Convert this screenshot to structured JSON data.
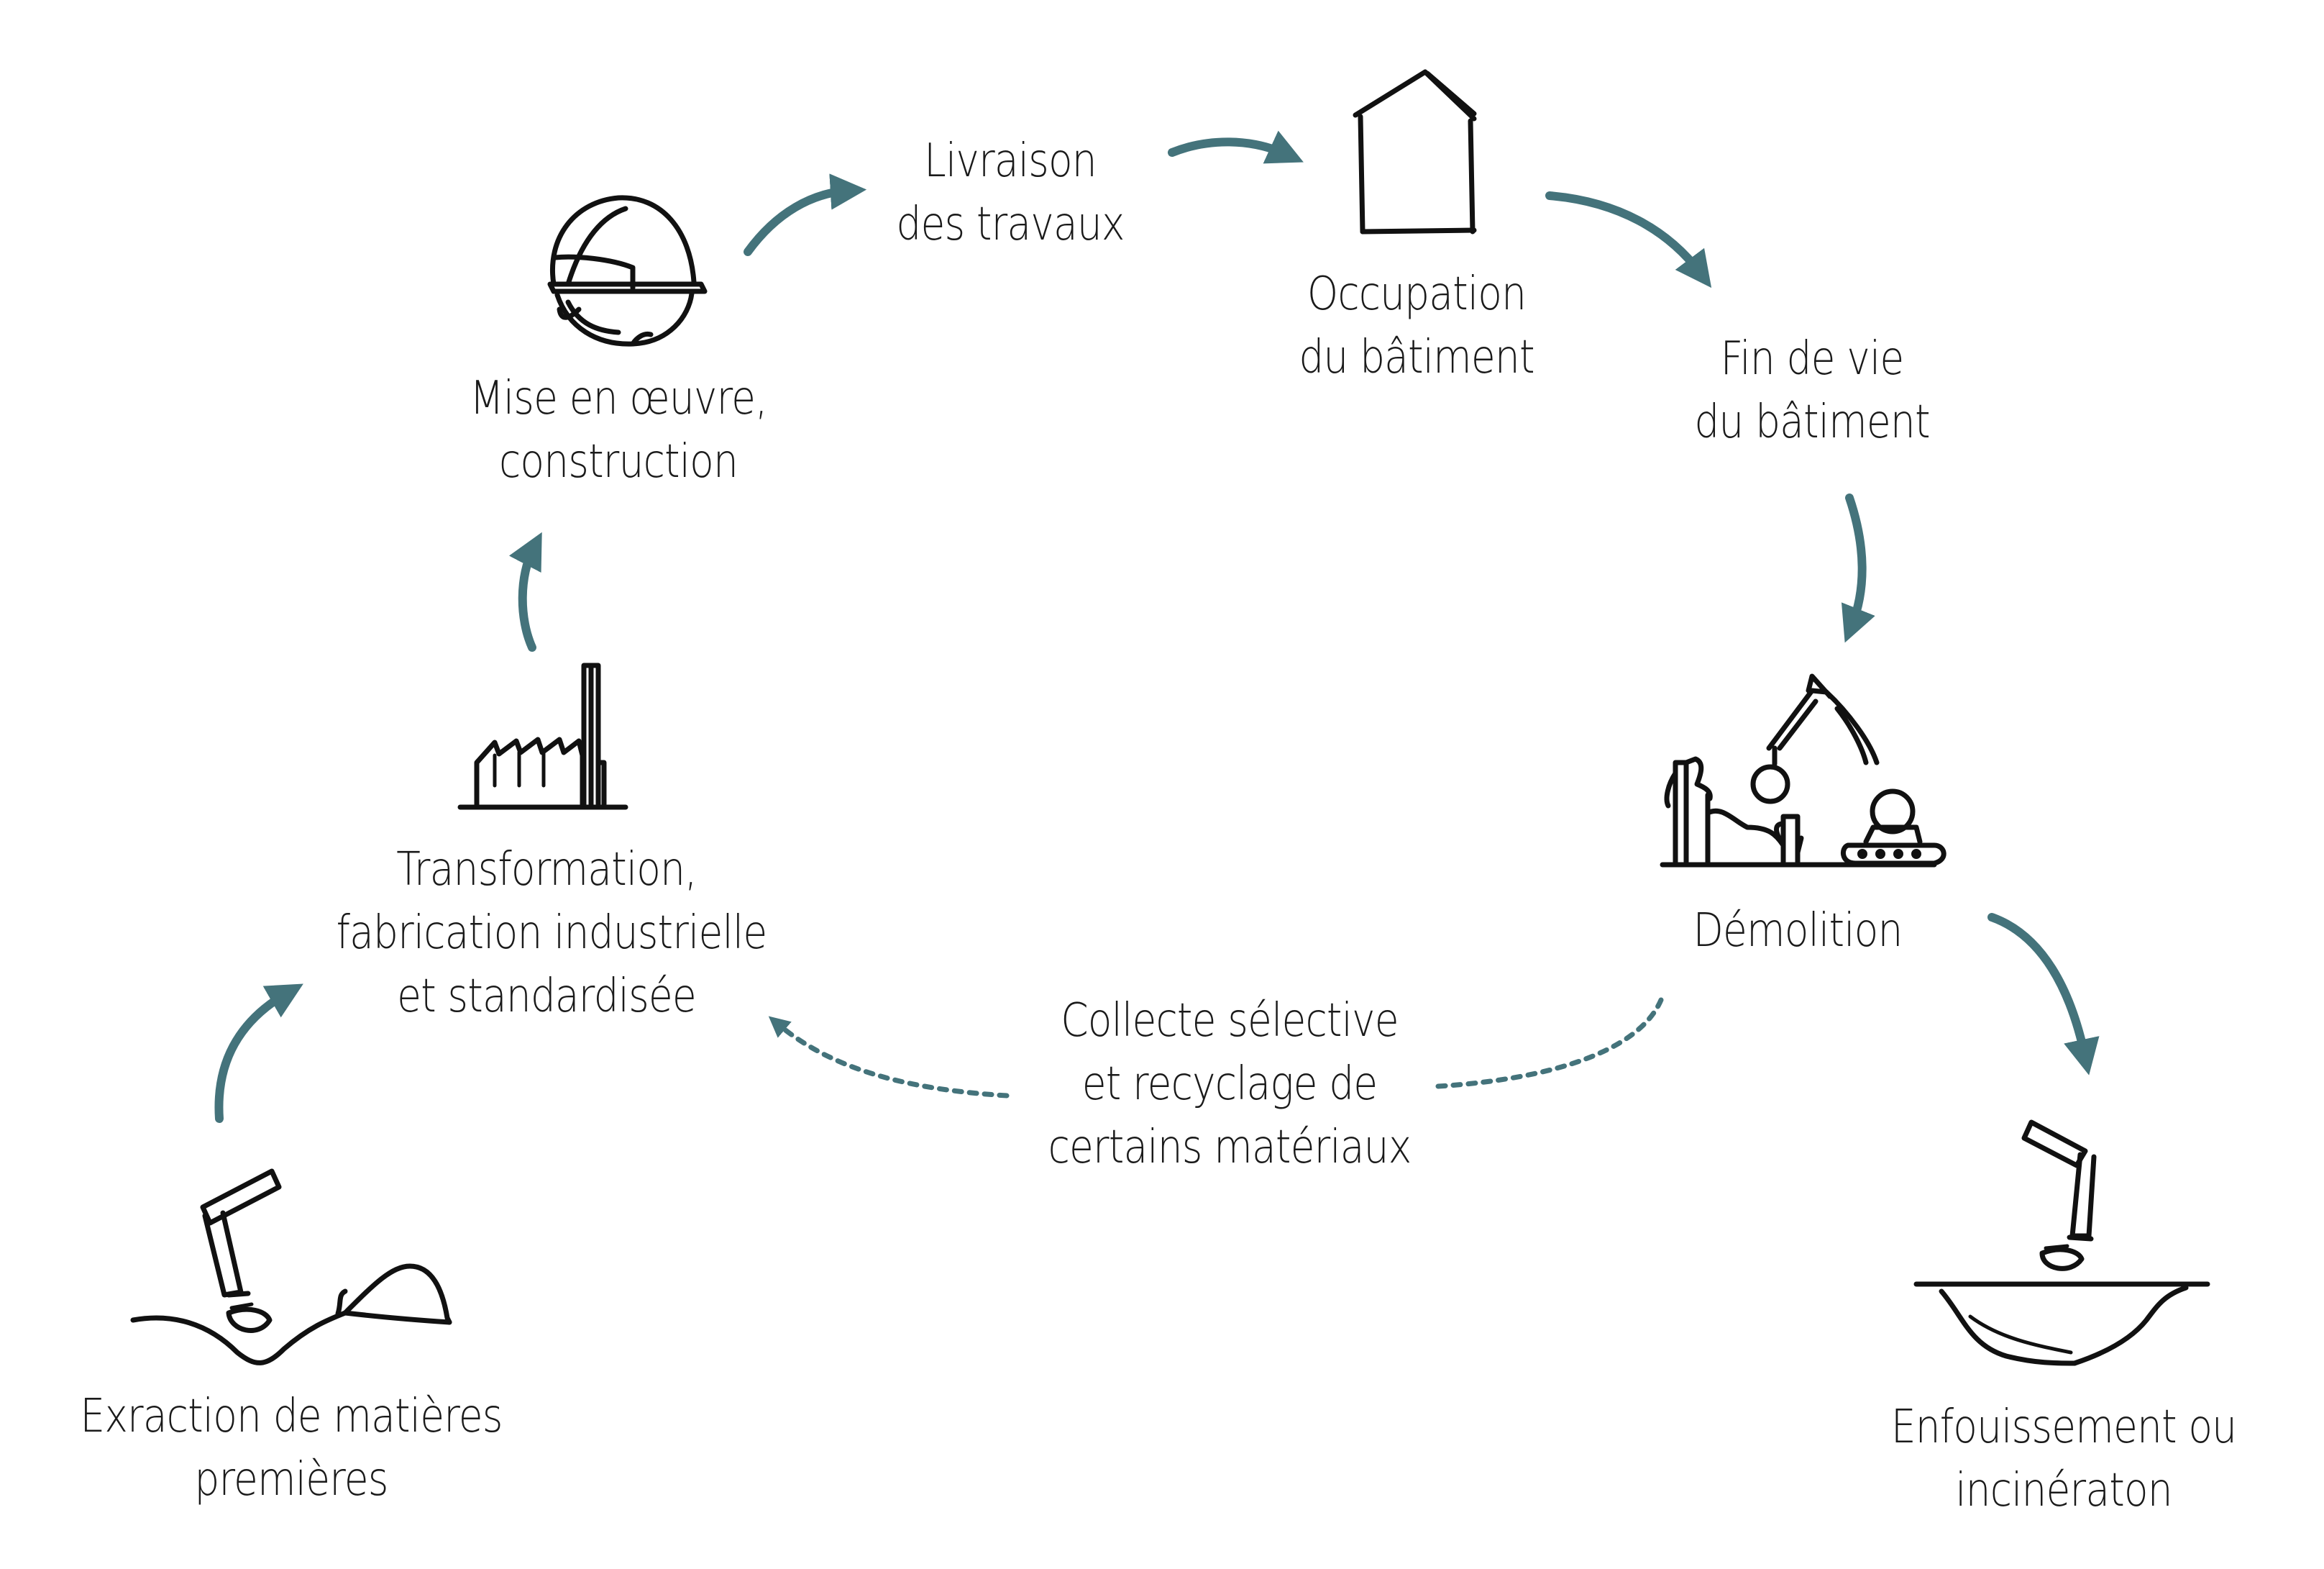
{
  "colors": {
    "arrow": "#44737b",
    "ink": "#111111"
  },
  "stages": {
    "extraction": {
      "icon": "excavator-digging-icon",
      "lines": [
        "Exraction de matières",
        "premières"
      ]
    },
    "transformation": {
      "icon": "factory-icon",
      "lines": [
        "Transformation,",
        "fabrication industrielle",
        "et standardisée"
      ]
    },
    "construction": {
      "icon": "hard-hat-icon",
      "lines": [
        "Mise en œuvre,",
        "construction"
      ]
    },
    "delivery": {
      "lines": [
        "Livraison",
        "des travaux"
      ]
    },
    "occupation": {
      "icon": "house-icon",
      "lines": [
        "Occupation",
        "du bâtiment"
      ]
    },
    "end_of_life": {
      "lines": [
        "Fin de vie",
        "du bâtiment"
      ]
    },
    "demolition": {
      "icon": "demolition-machine-icon",
      "lines": [
        "Démolition"
      ]
    },
    "landfill": {
      "icon": "excavator-pit-icon",
      "lines": [
        "Enfouissement ou",
        "incinératon"
      ]
    },
    "recycling": {
      "lines": [
        "Collecte sélective",
        "et recyclage de",
        "certains matériaux"
      ]
    }
  }
}
